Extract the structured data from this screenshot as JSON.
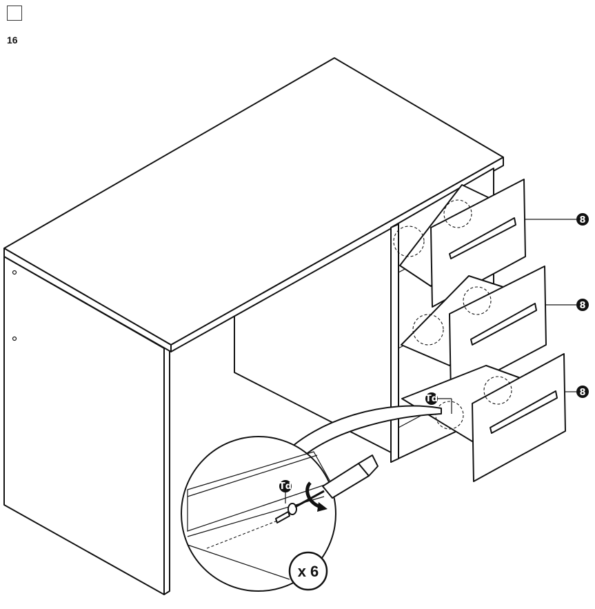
{
  "step": {
    "number": "16"
  },
  "parts": {
    "drawer_part_label": "8",
    "screw_label": "Td"
  },
  "quantity": "x 6",
  "colors": {
    "line": "#111111",
    "background": "#ffffff"
  },
  "icons": [
    "checkbox-icon",
    "screwdriver-icon",
    "rotation-arrow-icon",
    "screw-icon"
  ]
}
